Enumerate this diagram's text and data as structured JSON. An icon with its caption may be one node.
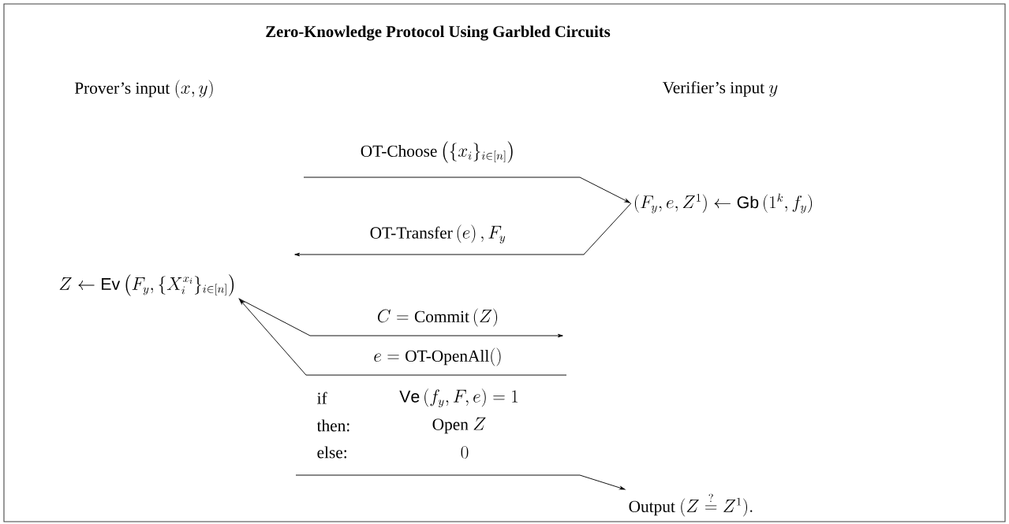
{
  "diagram": {
    "title": "Zero-Knowledge Protocol Using Garbled Circuits",
    "nodes": [
      {
        "text": [
          "\\text{Prover's input } (x,y)"
        ]
      },
      {
        "text": [
          "\\text{Verifier's input } y"
        ]
      },
      {
        "text": [
          "(F_y, e, Z^1) \\leftarrow \\mathsf{Gb}\\left(1^k, f_y\\right)"
        ]
      },
      {
        "text": [
          "Z \\leftarrow \\mathsf{Ev}\\left(F_y, \\{X_i^{x_i}\\}_{i\\in[n]}\\right)"
        ]
      },
      {
        "text": [
          "\\text{Output } (Z \\stackrel{?}{=} Z^1)."
        ]
      }
    ],
    "edges": [
      {
        "from": null,
        "to": 2,
        "arrow": "to",
        "label": "\\text{OT-Choose}\\left(\\{x_i\\}_{i\\in[n]}\\right)"
      },
      {
        "from": 2,
        "to": null,
        "arrow": "to",
        "label": "\\text{OT-Transfer}\\left(e\\right), F_y"
      },
      {
        "from": 3,
        "to": null,
        "arrow": "to",
        "label": "C = \\text{Commit}\\left(Z\\right)"
      },
      {
        "from": null,
        "to": 3,
        "arrow": "to",
        "label": "e = \\text{OT-OpenAll}()"
      },
      {
        "from": null,
        "to": 4,
        "arrow": "to"
      }
    ],
    "labels": [
      "\\text{if}",
      "\\mathsf{Ve}\\left(f_y, F, e\\right) = 1",
      "\\text{then:}",
      "\\text{Open } Z",
      "\\text{else:}",
      "0"
    ]
  }
}
